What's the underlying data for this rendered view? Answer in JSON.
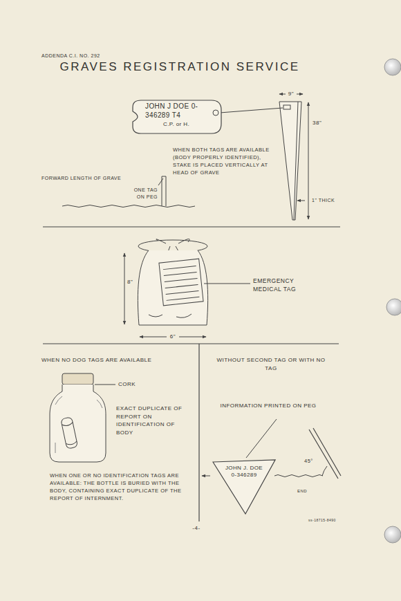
{
  "diagram": {
    "title": "GRAVES REGISTRATION SERVICE",
    "nodes": [
      {
        "text": [
          "JOHN J DOE 0-346289 T4",
          "C.P. or H."
        ]
      },
      {
        "text": [
          "JOHN J. DOE 0-346289"
        ]
      }
    ],
    "labels": [
      "ADDENDA C.I. NO. 292",
      "9\"",
      "38\"",
      "1\" THICK",
      "FORWARD LENGTH OF GRAVE",
      "ONE TAG ON PEG",
      "WHEN BOTH TAGS ARE AVAILABLE (BODY PROPERLY IDENTIFIED), STAKE IS PLACED VERTICALLY AT HEAD OF GRAVE",
      "8\"",
      "6\"",
      "EMERGENCY MEDICAL TAG",
      "WHEN NO DOG TAGS ARE AVAILABLE",
      "CORK",
      "EXACT DUPLICATE OF REPORT ON IDENTIFICATION OF BODY",
      "WHEN ONE OR NO IDENTIFICATION TAGS ARE AVAILABLE: THE BOTTLE IS BURIED WITH THE BODY, CONTAINING EXACT DUPLICATE OF THE REPORT OF INTERNMENT.",
      "WITHOUT SECOND TAG OR WITH NO TAG",
      "INFORMATION PRINTED ON PEG",
      "45°",
      "END",
      "-4-",
      "ss-18715-8490"
    ]
  }
}
